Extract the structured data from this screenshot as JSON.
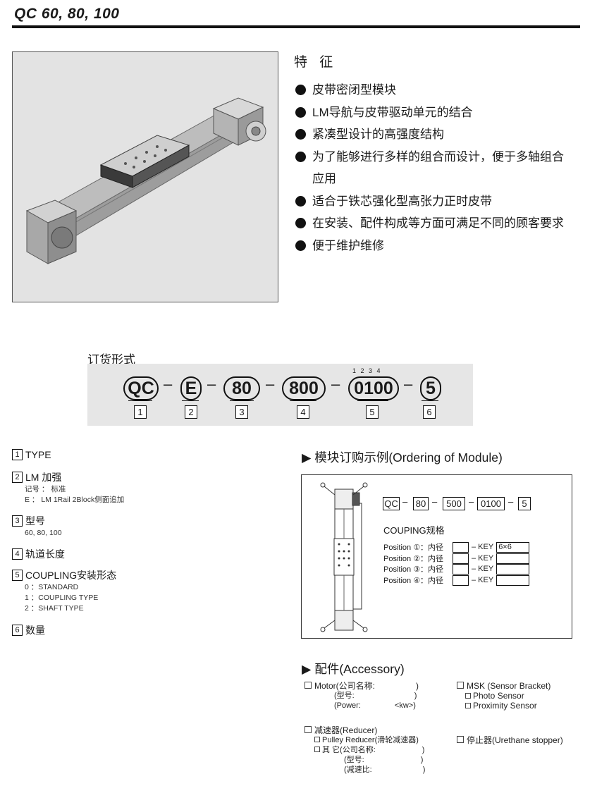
{
  "header": {
    "title": "QC 60, 80, 100"
  },
  "features": {
    "title": "特 征",
    "items": [
      "皮带密闭型模块",
      "LM导航与皮带驱动单元的结合",
      "紧凑型设计的高强度结构",
      "为了能够进行多样的组合而设计，便于多轴组合应用",
      "适合于铁芯强化型高张力正时皮带",
      "在安装、配件构成等方面可满足不同的顾客要求",
      "便于维护维修"
    ]
  },
  "order_format": {
    "label": "订货形式",
    "codes": [
      "QC",
      "E",
      "80",
      "800",
      "0100",
      "5"
    ],
    "numbers": [
      "1",
      "2",
      "3",
      "4",
      "5",
      "6"
    ],
    "dash": "–",
    "position_digits": "1 2 3 4"
  },
  "key": [
    {
      "num": "1",
      "label": "TYPE",
      "subs": []
    },
    {
      "num": "2",
      "label": "LM 加强",
      "subs": [
        "记号 ： 标准",
        "E ： LM 1Rail 2Block侧面追加"
      ]
    },
    {
      "num": "3",
      "label": "型号",
      "subs": [
        "60, 80, 100"
      ]
    },
    {
      "num": "4",
      "label": "轨道长度",
      "subs": []
    },
    {
      "num": "5",
      "label": "COUPLING安装形态",
      "subs": [
        "0 ：STANDARD",
        "1 ：COUPLING TYPE",
        "2 ：SHAFT TYPE"
      ]
    },
    {
      "num": "6",
      "label": "数量",
      "subs": []
    }
  ],
  "module_example": {
    "title": "▶ 模块订购示例(Ordering of Module)",
    "codes": [
      "QC",
      "80",
      "500",
      "0100",
      "5"
    ],
    "dash": "–",
    "coupling_title": "COUPING规格",
    "positions": [
      {
        "label": "Position ①：内径",
        "key": "– KEY",
        "value": "6×6"
      },
      {
        "label": "Position ②：内径",
        "key": "– KEY",
        "value": ""
      },
      {
        "label": "Position ③：内径",
        "key": "– KEY",
        "value": ""
      },
      {
        "label": "Position ④：内径",
        "key": "– KEY",
        "value": ""
      }
    ]
  },
  "accessory": {
    "title": "▶ 配件(Accessory)",
    "motor": {
      "label": "Motor(公司名称:",
      "close": ")",
      "model": "(型号:",
      "model_close": ")",
      "power": "(Power:",
      "power_unit": "<kw>)"
    },
    "msk": {
      "label": "MSK (Sensor Bracket)",
      "subs": [
        "Photo Sensor",
        "Proximity Sensor"
      ]
    },
    "reducer": {
      "label": "减速器(Reducer)",
      "pulley": "Pulley Reducer(滑轮减速器)",
      "other": "其 它(公司名称:",
      "other_close": ")",
      "model": "(型号:",
      "model_close": ")",
      "ratio": "(减速比:",
      "ratio_close": ")"
    },
    "stopper": {
      "label": "停止器(Urethane stopper)"
    }
  },
  "colors": {
    "band": "#e6e6e6",
    "image_bg": "#e3e3e3",
    "rule": "#111111"
  }
}
